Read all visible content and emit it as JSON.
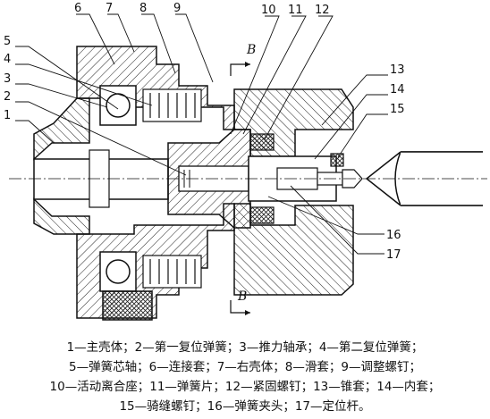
{
  "diagram": {
    "part_numbers": [
      "1",
      "2",
      "3",
      "4",
      "5",
      "6",
      "7",
      "8",
      "9",
      "10",
      "11",
      "12",
      "13",
      "14",
      "15",
      "16",
      "17"
    ],
    "section_marker": "B",
    "legend_lines": [
      "1—主壳体；2—第一复位弹簧；3—推力轴承；4—第二复位弹簧；",
      "5—弹簧芯轴；6—连接套；7—右壳体；8—滑套；9—调整螺钉；",
      "10—活动离合座；11—弹簧片；12—紧固螺钉；13—锥套；14—内套；",
      "15—骑缝螺钉；16—弹簧夹头；17—定位杆。"
    ]
  }
}
